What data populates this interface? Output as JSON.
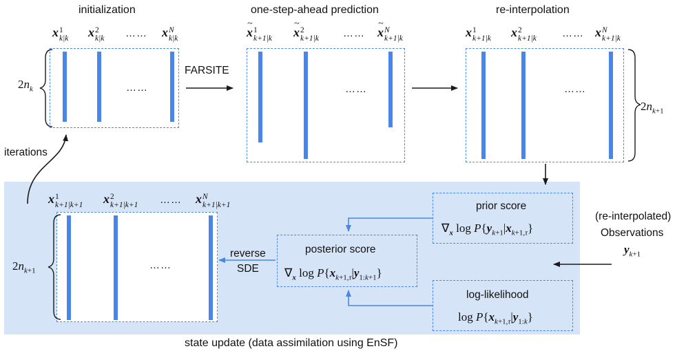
{
  "stages": {
    "initialization": "initialization",
    "prediction": "one-step-ahead prediction",
    "reinterpolation": "re-interpolation",
    "state_update": "state update (data assimilation using EnSF)"
  },
  "labels": {
    "farsite": "FARSITE",
    "iterations": "iterations",
    "reverse": "reverse",
    "sde": "SDE",
    "dots": "……",
    "re_interpolated": "(re-interpolated)",
    "observations": "Observations"
  },
  "scores": {
    "prior": "prior score",
    "posterior": "posterior score",
    "likelihood": "log-likelihood"
  },
  "colors": {
    "bar": "#4a86e8",
    "panel": "#d6e4f7",
    "arrow_blue": "#4a86e8",
    "arrow_black": "#1a1a1a"
  },
  "math": {
    "dim_k": "2n_k",
    "dim_k1": "2n_{k+1}",
    "ensemble_init": [
      "x^1_{k|k}",
      "x^2_{k|k}",
      "x^N_{k|k}"
    ],
    "ensemble_pred": [
      "x~^1_{k+1|k}",
      "x~^2_{k+1|k}",
      "x~^N_{k+1|k}"
    ],
    "ensemble_reinterp": [
      "x^1_{k+1|k}",
      "x^2_{k+1|k}",
      "x^N_{k+1|k}"
    ],
    "ensemble_update": [
      "x^1_{k+1|k+1}",
      "x^2_{k+1|k+1}",
      "x^N_{k+1|k+1}"
    ],
    "prior_formula": "∇x log P{ y_{k+1} | x_{k+1,τ} }",
    "posterior_formula": "∇x log P{ x_{k+1,τ} | y_{1:k+1} }",
    "likelihood_formula": "log P{ x_{k+1,τ} | y_{1:k} }",
    "observation": "y_{k+1}"
  }
}
